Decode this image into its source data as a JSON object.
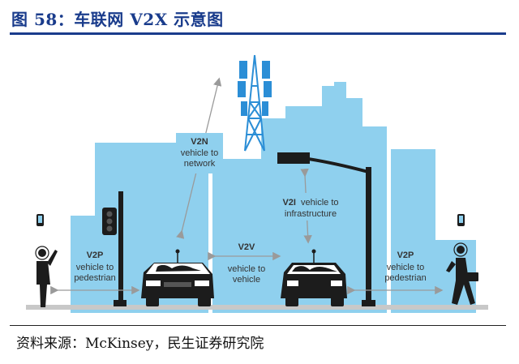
{
  "figure": {
    "title": "图 58：车联网 V2X 示意图",
    "source": "资料来源：McKinsey，民生证券研究院"
  },
  "labels": {
    "v2n": {
      "code": "V2N",
      "line1": "vehicle to",
      "line2": "network"
    },
    "v2i": {
      "code": "V2I",
      "line1": "vehicle to",
      "line2": "infrastructure"
    },
    "v2v": {
      "code": "V2V",
      "line1": "vehicle to",
      "line2": "vehicle"
    },
    "v2p_left": {
      "code": "V2P",
      "line1": "vehicle to",
      "line2": "pedestrian"
    },
    "v2p_right": {
      "code": "V2P",
      "line1": "vehicle to",
      "line2": "pedestrian"
    }
  },
  "colors": {
    "sky_blue": "#8fd0ee",
    "tower_blue": "#2b8ed6",
    "dark": "#1c1c1c",
    "road": "#c8c8c8",
    "arrow": "#9a9a9a",
    "title_blue": "#1a3c8c"
  }
}
